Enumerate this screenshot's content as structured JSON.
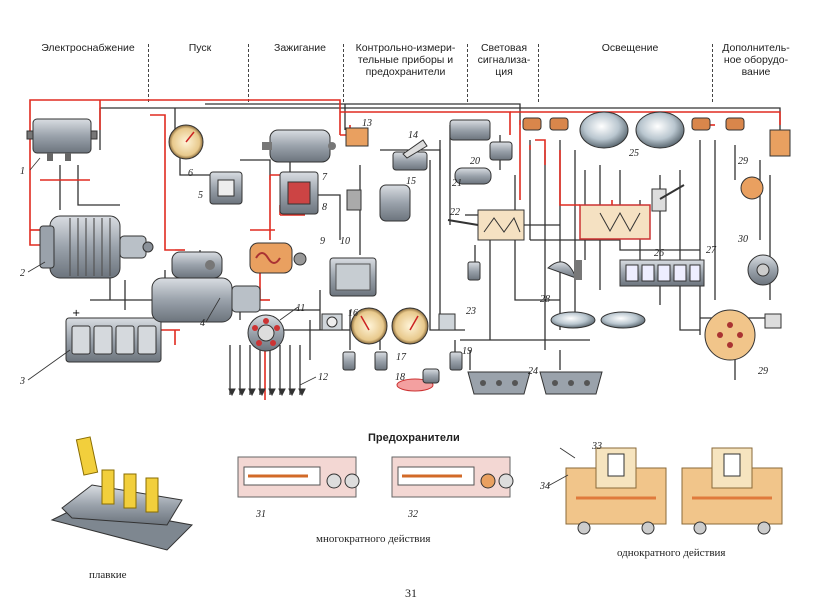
{
  "sections": [
    {
      "label": "Электроснабжение"
    },
    {
      "label": "Пуск"
    },
    {
      "label": "Зажигание"
    },
    {
      "label": "Контрольно-измери-\nтельные приборы и\nпредохранители"
    },
    {
      "label": "Световая\nсигнализа-\nция"
    },
    {
      "label": "Освещение"
    },
    {
      "label": "Дополнитель-\nное оборудо-\nвание"
    }
  ],
  "numbers": [
    "1",
    "2",
    "3",
    "4",
    "5",
    "6",
    "7",
    "8",
    "9",
    "10",
    "11",
    "12",
    "13",
    "14",
    "15",
    "16",
    "17",
    "18",
    "19",
    "20",
    "21",
    "22",
    "23",
    "24",
    "25",
    "26",
    "27",
    "28",
    "29",
    "29",
    "30",
    "31",
    "32",
    "33",
    "34"
  ],
  "fuse_title": "Предохранители",
  "caption_multi": "многократного действия",
  "caption_single": "однократного действия",
  "caption_melting": "плавкие",
  "page_number": "31",
  "colors": {
    "wire_red": "#e02b20",
    "wire_black": "#333333",
    "component_gray": "#a9b0b8",
    "fuse_yellow": "#f2cf3c",
    "terminal_orange": "#e07a3c"
  }
}
